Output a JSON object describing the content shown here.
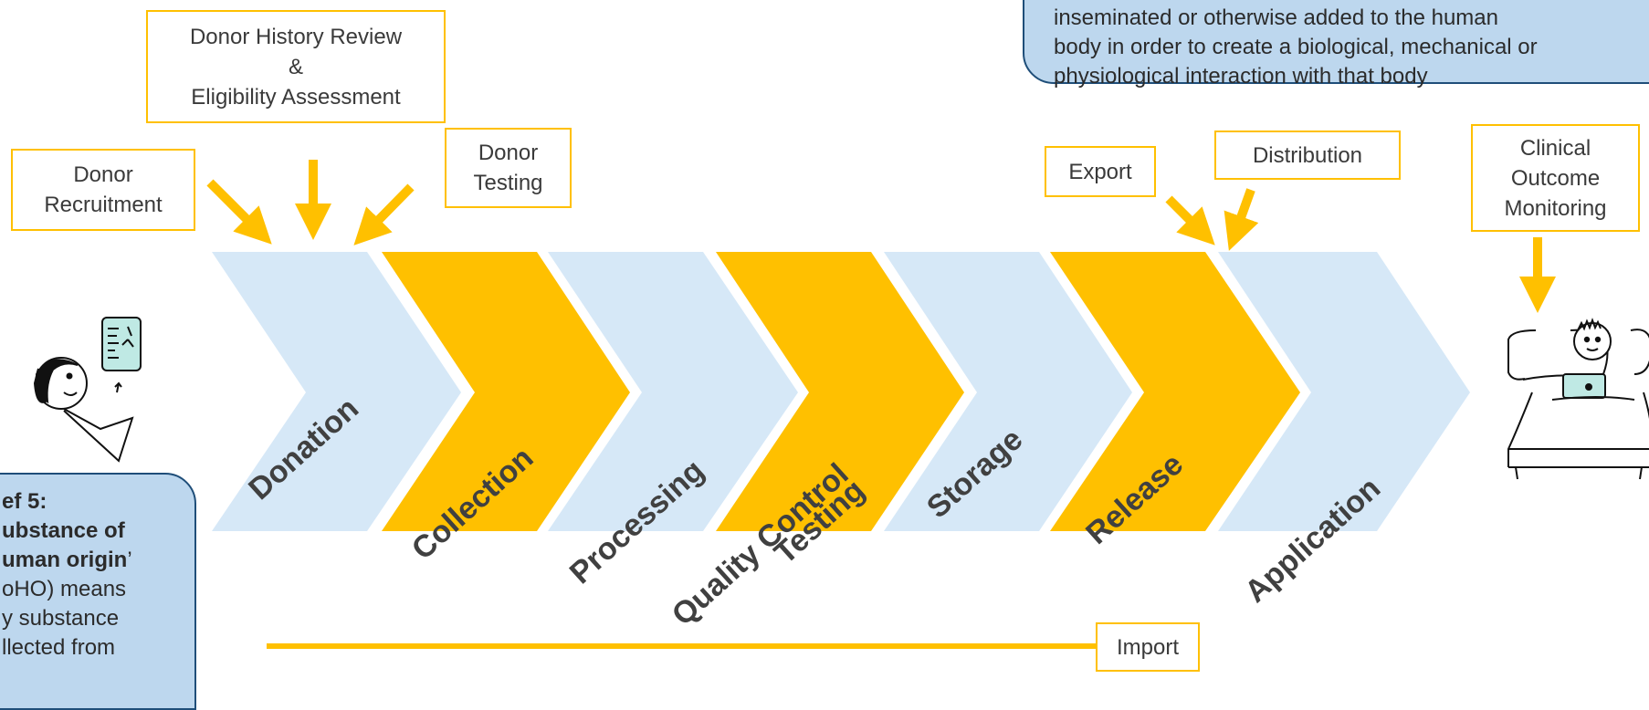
{
  "colors": {
    "light_blue": "#D6E8F7",
    "gold": "#FFC000",
    "callout_fill": "#BDD7EE",
    "callout_border": "#1F4E79"
  },
  "steps": [
    {
      "label": "Donation",
      "color": "light_blue"
    },
    {
      "label": "Collection",
      "color": "gold"
    },
    {
      "label": "Processing",
      "color": "light_blue"
    },
    {
      "label": "Quality Control Testing",
      "color": "gold"
    },
    {
      "label": "Storage",
      "color": "light_blue"
    },
    {
      "label": "Release",
      "color": "gold"
    },
    {
      "label": "Application",
      "color": "light_blue"
    }
  ],
  "step_labels": {
    "donation": "Donation",
    "collection": "Collection",
    "processing": "Processing",
    "qc_line1": "Quality Control",
    "qc_line2": "Testing",
    "storage": "Storage",
    "release": "Release",
    "application": "Application"
  },
  "boxes": {
    "donor_recruitment_1": "Donor",
    "donor_recruitment_2": "Recruitment",
    "history_1": "Donor History Review",
    "history_2": "&",
    "history_3": "Eligibility Assessment",
    "testing_1": "Donor",
    "testing_2": "Testing",
    "export": "Export",
    "distribution": "Distribution",
    "monitoring_1": "Clinical",
    "monitoring_2": "Outcome",
    "monitoring_3": "Monitoring",
    "import": "Import"
  },
  "definition_top": {
    "line1": "inseminated or otherwise added to the human",
    "line2": "body in order to create a biological, mechanical or",
    "line3": "physiological interaction with that body"
  },
  "definition_left": {
    "title": "ef 5:",
    "term_line1": "ubstance of",
    "term_line2": "uman origin",
    "term_quote": "’",
    "line1": "oHO) means",
    "line2": "y substance",
    "line3": "llected from"
  },
  "icons": [
    "donor-person-icon",
    "patient-in-bed-icon"
  ]
}
